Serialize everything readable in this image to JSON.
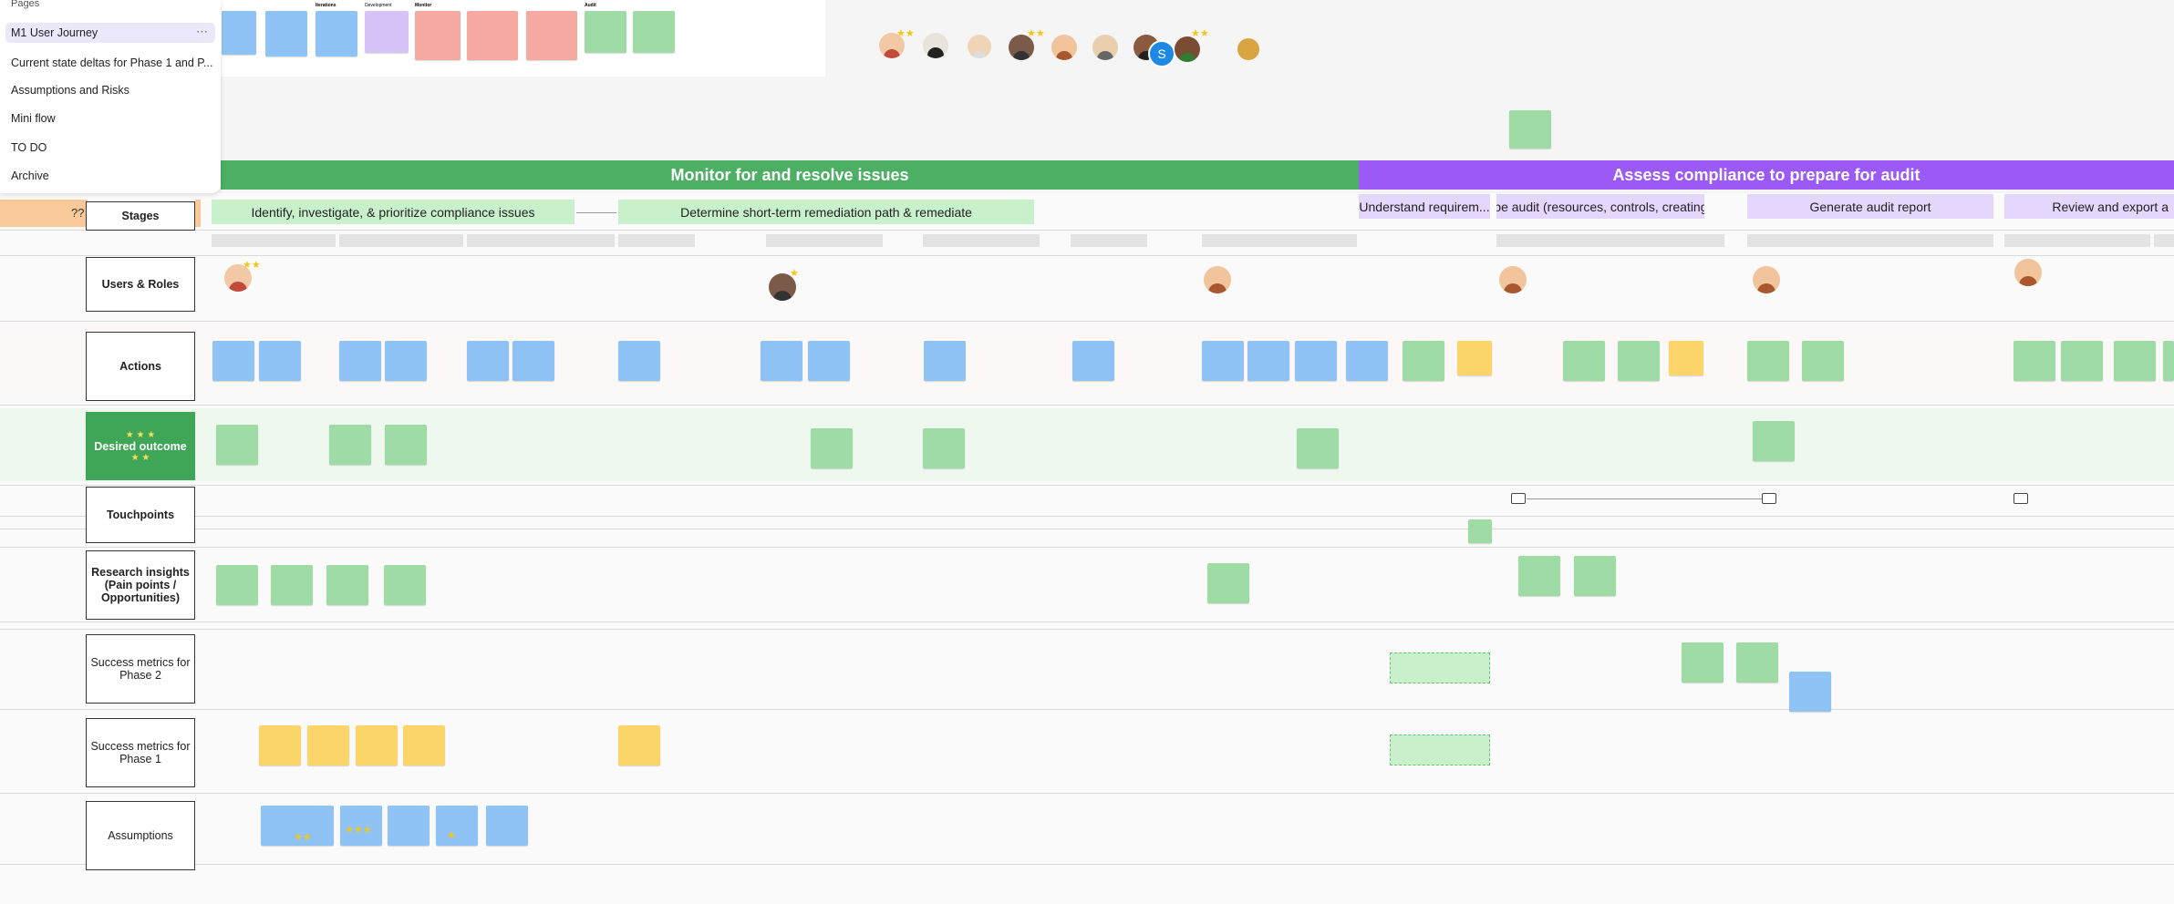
{
  "sidebar": {
    "header": "Pages",
    "items": [
      {
        "label": "M1 User Journey",
        "active": true
      },
      {
        "label": "Current state deltas for Phase 1 and P..."
      },
      {
        "label": "Assumptions and Risks"
      },
      {
        "label": "Mini flow"
      },
      {
        "label": "TO DO"
      },
      {
        "label": "Archive"
      }
    ],
    "more_glyph": "⋯"
  },
  "top_column_labels": [
    "Iterations",
    "Development",
    "Monitor",
    "Audit"
  ],
  "phase_banners": [
    {
      "title": "Monitor for and resolve issues",
      "color": "#4caf63"
    },
    {
      "title": "Assess compliance to prepare for audit",
      "color": "#9b59f5"
    }
  ],
  "question_marks": "??",
  "row_labels": {
    "stages": "Stages",
    "users_roles": "Users & Roles",
    "actions": "Actions",
    "desired_outcome": "Desired outcome",
    "touchpoints": "Touchpoints",
    "research_insights": "Research insights (Pain points / Opportunities)",
    "success_phase2": "Success metrics for Phase 2",
    "success_phase1": "Success metrics for Phase 1",
    "assumptions": "Assumptions"
  },
  "stages": [
    "Identify, investigate, & prioritize compliance issues",
    "Determine short-term remediation path & remediate",
    "Understand requirem...",
    "Scope audit (resources, controls, creating b...",
    "Generate audit report",
    "Review and export a"
  ],
  "colors": {
    "blue": "#8fc3f5",
    "green": "#9fdba4",
    "yellow": "#fbd56a",
    "purple": "#d8c3f8",
    "pink": "#f4aaa0",
    "avatar_s": "#1e88e5"
  },
  "avatar_initial": "S",
  "icons": [
    "more-icon",
    "star-icon",
    "monitor-icon",
    "person-avatar-icon"
  ]
}
